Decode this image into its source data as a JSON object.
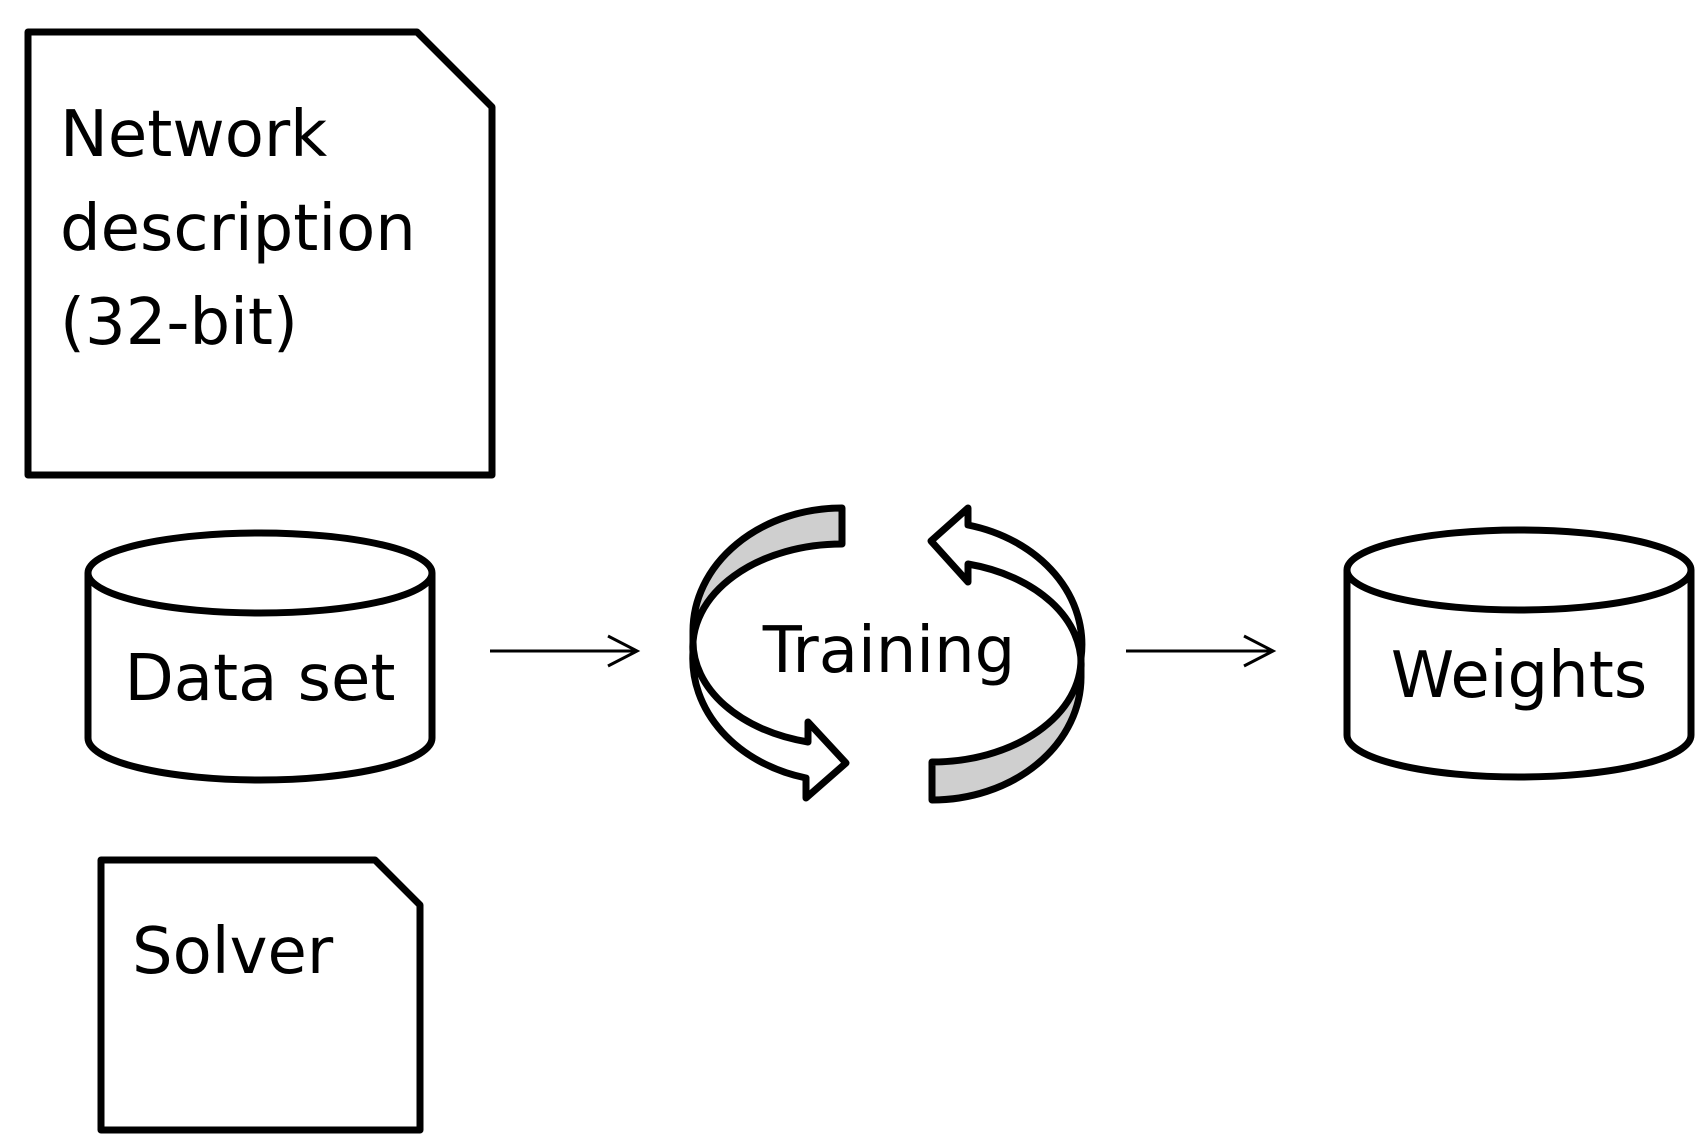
{
  "nodes": {
    "network_description": {
      "lines": [
        "Network",
        "description",
        "(32-bit)"
      ]
    },
    "data_set": {
      "label": "Data set"
    },
    "training": {
      "label": "Training"
    },
    "weights": {
      "label": "Weights"
    },
    "solver": {
      "label": "Solver"
    }
  },
  "colors": {
    "stroke": "#000000",
    "cycle_fill": "#cfcfcf",
    "background": "#ffffff"
  }
}
